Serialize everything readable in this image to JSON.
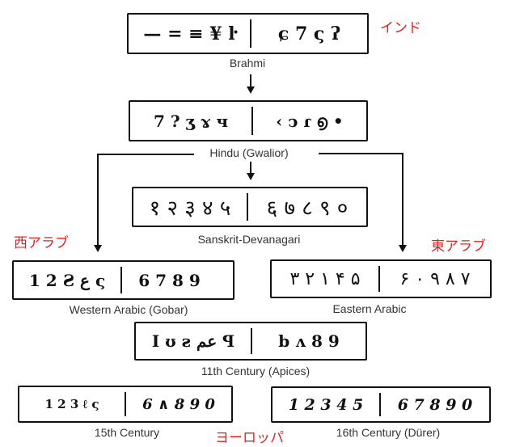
{
  "diagram": {
    "title_hint": "Evolution of numerals",
    "nodes": [
      {
        "id": "brahmi",
        "label": "Brahmi",
        "left_glyphs": "— = ≡ ¥ ŀ",
        "right_glyphs": "ɕ 7 ς ʔ"
      },
      {
        "id": "hindu",
        "label": "Hindu (Gwalior)",
        "left_glyphs": "7 ? ʒ ɤ ч",
        "right_glyphs": "‹ ↄ ɾ ൭ •"
      },
      {
        "id": "devanagari",
        "label": "Sanskrit-Devanagari",
        "left_glyphs": "१ २ ३ ४ ५",
        "right_glyphs": "६ ७ ८ ९ ०"
      },
      {
        "id": "western_arabic",
        "label": "Western Arabic (Gobar)",
        "left_glyphs": "1 2 Ƨ ع ς",
        "right_glyphs": "6 7 8 9"
      },
      {
        "id": "eastern_arabic",
        "label": "Eastern Arabic",
        "left_glyphs": "١ ٢ ٣ ۴ ۵",
        "right_glyphs": "۶ ٧ ٨ ٩ ٠"
      },
      {
        "id": "apices",
        "label": "11th Century (Apices)",
        "left_glyphs": "I ʊ ƨ عم ꟼ",
        "right_glyphs": "b ʌ 8 9"
      },
      {
        "id": "century15",
        "label": "15th Century",
        "left_glyphs": "1 2 3 ℓ ς",
        "right_glyphs": "6 ∧ 8 9 0"
      },
      {
        "id": "century16",
        "label": "16th Century (Dürer)",
        "left_glyphs": "1 2 3 4 5",
        "right_glyphs": "6 7 8 9 0"
      }
    ],
    "region_labels": {
      "india": "インド",
      "west_arab": "西アラブ",
      "east_arab": "東アラブ",
      "europe": "ヨーロッパ"
    },
    "edges": [
      {
        "from": "brahmi",
        "to": "hindu"
      },
      {
        "from": "hindu",
        "to": "devanagari"
      },
      {
        "from": "hindu",
        "to": "western_arabic"
      },
      {
        "from": "hindu",
        "to": "eastern_arabic"
      }
    ],
    "colors": {
      "region_label": "#e8201c",
      "line": "#111111",
      "caption": "#333333"
    }
  }
}
